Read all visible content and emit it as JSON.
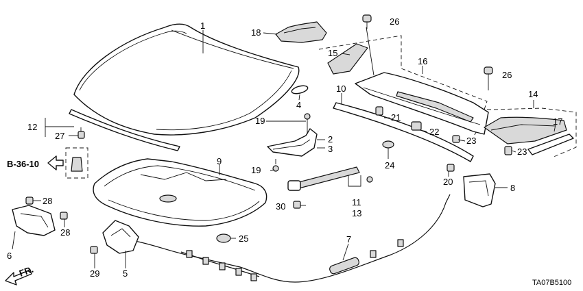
{
  "diagram": {
    "callouts": [
      {
        "key": "p1",
        "text": "1"
      },
      {
        "key": "p2",
        "text": "2"
      },
      {
        "key": "p3",
        "text": "3"
      },
      {
        "key": "p4",
        "text": "4"
      },
      {
        "key": "p5",
        "text": "5"
      },
      {
        "key": "p6",
        "text": "6"
      },
      {
        "key": "p7",
        "text": "7"
      },
      {
        "key": "p8",
        "text": "8"
      },
      {
        "key": "p9",
        "text": "9"
      },
      {
        "key": "p10",
        "text": "10"
      },
      {
        "key": "p11",
        "text": "11"
      },
      {
        "key": "p12",
        "text": "12"
      },
      {
        "key": "p13",
        "text": "13"
      },
      {
        "key": "p14",
        "text": "14"
      },
      {
        "key": "p15",
        "text": "15"
      },
      {
        "key": "p16",
        "text": "16"
      },
      {
        "key": "p17",
        "text": "17"
      },
      {
        "key": "p18",
        "text": "18"
      },
      {
        "key": "p19a",
        "text": "19"
      },
      {
        "key": "p19b",
        "text": "19"
      },
      {
        "key": "p20",
        "text": "20"
      },
      {
        "key": "p21",
        "text": "21"
      },
      {
        "key": "p22",
        "text": "22"
      },
      {
        "key": "p23a",
        "text": "23"
      },
      {
        "key": "p23b",
        "text": "23"
      },
      {
        "key": "p24",
        "text": "24"
      },
      {
        "key": "p25",
        "text": "25"
      },
      {
        "key": "p26a",
        "text": "26"
      },
      {
        "key": "p26b",
        "text": "26"
      },
      {
        "key": "p27",
        "text": "27"
      },
      {
        "key": "p28a",
        "text": "28"
      },
      {
        "key": "p28b",
        "text": "28"
      },
      {
        "key": "p29",
        "text": "29"
      },
      {
        "key": "p30",
        "text": "30"
      }
    ],
    "reference": "B-36-10",
    "front_indicator": "FR.",
    "diagram_code": "TA07B5100"
  }
}
